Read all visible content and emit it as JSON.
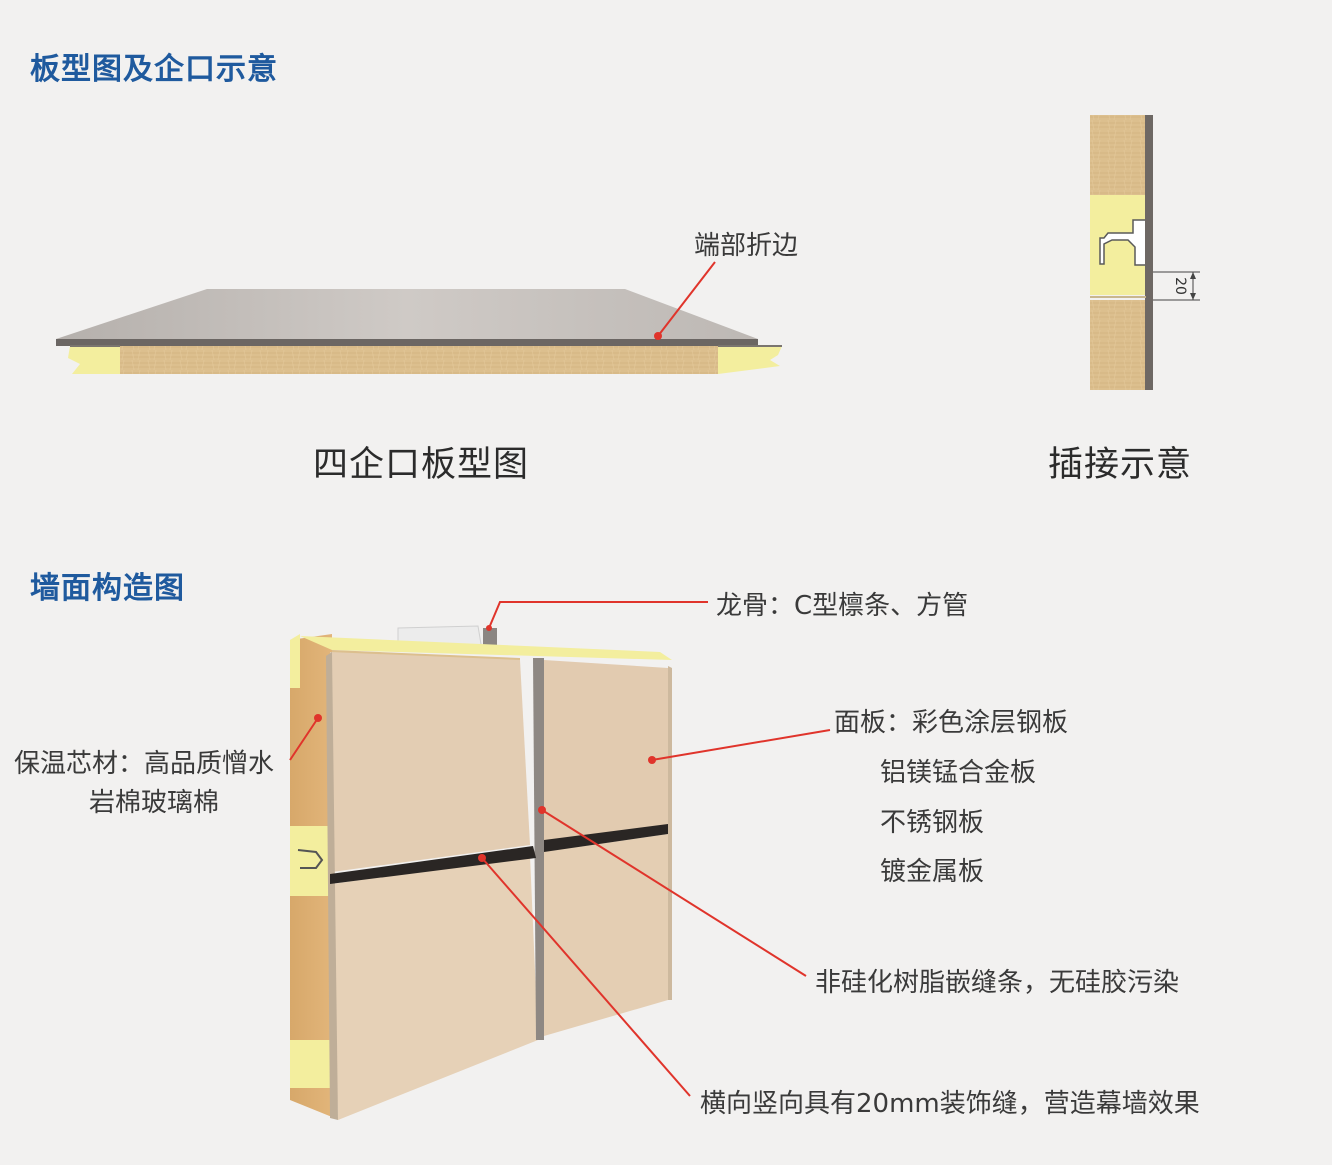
{
  "sections": {
    "panel_type": "板型图及企口示意",
    "wall_structure": "墙面构造图"
  },
  "captions": {
    "four_tongue": "四企口板型图",
    "insertion": "插接示意"
  },
  "labels": {
    "end_fold": "端部折边",
    "dimension": "20",
    "keel": "龙骨：C型檩条、方管",
    "insulation_line1": "保温芯材：高品质憎水",
    "insulation_line2": "岩棉玻璃棉",
    "face_panel": [
      "面板：彩色涂层钢板",
      "铝镁锰合金板",
      "不锈钢板",
      "镀金属板"
    ],
    "sealing_strip": "非硅化树脂嵌缝条，无硅胶污染",
    "decorative_joint": "横向竖向具有20mm装饰缝，营造幕墙效果"
  },
  "colors": {
    "title_blue": "#1f5a9e",
    "leader_red": "#e0342b",
    "panel_face": "#e3cdb3",
    "rock_wool": "#dcbf8e",
    "foam_yellow": "#f3ee9e"
  }
}
